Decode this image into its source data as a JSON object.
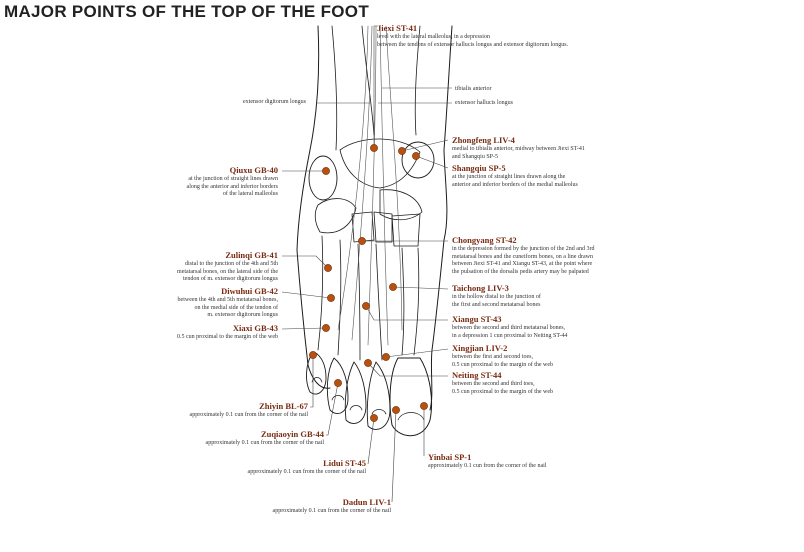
{
  "title": "MAJOR POINTS OF THE TOP OF THE FOOT",
  "muscles": {
    "tibialis_anterior": "tibialis anterior",
    "extensor_digitorum_longus": "extensor digitorum longus",
    "extensor_hallucis_longus": "extensor hallucis longus"
  },
  "points": {
    "jiexi": {
      "name": "Jiexi ST-41",
      "desc1": "level with the lateral malleolus, in a depression",
      "desc2": "between the tendons of extensor hallucis longus and extensor digitorum longus."
    },
    "zhongfeng": {
      "name": "Zhongfeng LIV-4",
      "desc1": "medial to tibialis anterior, midway between Jiexi ST-41",
      "desc2": "and Shangqiu SP-5"
    },
    "shangqiu": {
      "name": "Shangqiu SP-5",
      "desc1": "at the junction of straight lines drawn along the",
      "desc2": "anterior and inferior borders of the medial malleolus"
    },
    "qiuxu": {
      "name": "Qiuxu GB-40",
      "desc1": "at the junction of straight lines drawn",
      "desc2": "along the anterior and inferior borders",
      "desc3": "of the lateral malleolus"
    },
    "chongyang": {
      "name": "Chongyang ST-42",
      "desc1": "in the depression formed by the junction of the 2nd and 3rd",
      "desc2": "metatarsal bones and the cuneiform bones, on a line drawn",
      "desc3": "between Jiexi ST-41 and Xiangu ST-43, at the point where",
      "desc4": "the pulsation of the dorsalis pedis artery may be palpated"
    },
    "zulinqi": {
      "name": "Zulinqi GB-41",
      "desc1": "distal to the junction of the 4th and 5th",
      "desc2": "metatarsal bones, on the lateral side of the",
      "desc3": "tendon of m. extensor digitorum longus"
    },
    "taichong": {
      "name": "Taichong LIV-3",
      "desc1": "in the hollow distal to the junction of",
      "desc2": "the first and second metatarsal bones"
    },
    "diwuhui": {
      "name": "Diwuhui GB-42",
      "desc1": "between the 4th and 5th metatarsal bones,",
      "desc2": "on the medial side of the tendon of",
      "desc3": "m. extensor digitorum longus"
    },
    "xiangu": {
      "name": "Xiangu ST-43",
      "desc1": "between the second and third metatarsal bones,",
      "desc2": "in a depression 1 cun proximal to Neiting ST-44"
    },
    "xiaxi": {
      "name": "Xiaxi GB-43",
      "desc1": "0.5 cun proximal to the margin of the web"
    },
    "xingjian": {
      "name": "Xingjian LIV-2",
      "desc1": "between the first and second toes,",
      "desc2": "0.5 cun proximal to the margin of the web"
    },
    "neiting": {
      "name": "Neiting ST-44",
      "desc1": "between the second and third toes,",
      "desc2": "0.5 cun proximal to the margin of the web"
    },
    "zhiyin": {
      "name": "Zhiyin BL-67",
      "desc1": "approximately 0.1 cun from the corner of the nail"
    },
    "zuqiaoyin": {
      "name": "Zuqiaoyin GB-44",
      "desc1": "approximately 0.1 cun from the corner of the nail"
    },
    "lidui": {
      "name": "Lidui ST-45",
      "desc1": "approximately 0.1 cun from the corner of the nail"
    },
    "yinbai": {
      "name": "Yinbai SP-1",
      "desc1": "approximately 0.1 cun from the corner of the nail"
    },
    "dadun": {
      "name": "Dadun LIV-1",
      "desc1": "approximately 0.1 cun from the corner of the nail"
    }
  },
  "colors": {
    "point": "#b8500f",
    "point_stroke": "#6b2a05",
    "leader": "#444444",
    "bone": "#1c1c1c",
    "label_name": "#7a2a10"
  }
}
